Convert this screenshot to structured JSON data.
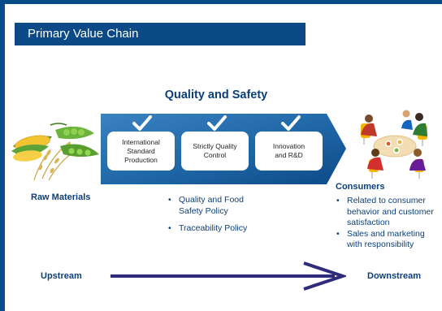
{
  "title": "Primary Value Chain",
  "heading": "Quality and Safety",
  "steps": [
    {
      "label": "International\nStandard\nProduction"
    },
    {
      "label": "Strictly Quality\nControl"
    },
    {
      "label": "Innovation\nand R&D"
    }
  ],
  "raw_materials": {
    "label": "Raw Materials",
    "image_icon": "crops-icon"
  },
  "consumers": {
    "label": "Consumers",
    "image_icon": "family-dining-icon",
    "items": [
      "Related to consumer\nbehavior and customer\nsatisfaction",
      "Sales and marketing\nwith responsibility"
    ]
  },
  "quality_items": [
    "Quality and Food\nSafety Policy",
    "Traceability Policy"
  ],
  "flow": {
    "start": "Upstream",
    "end": "Downstream"
  },
  "colors": {
    "navy": "#0b4a86",
    "text_blue": "#0b3f7a",
    "chevron_light": "#2f78b7",
    "chevron_dark": "#0f4f8d"
  }
}
